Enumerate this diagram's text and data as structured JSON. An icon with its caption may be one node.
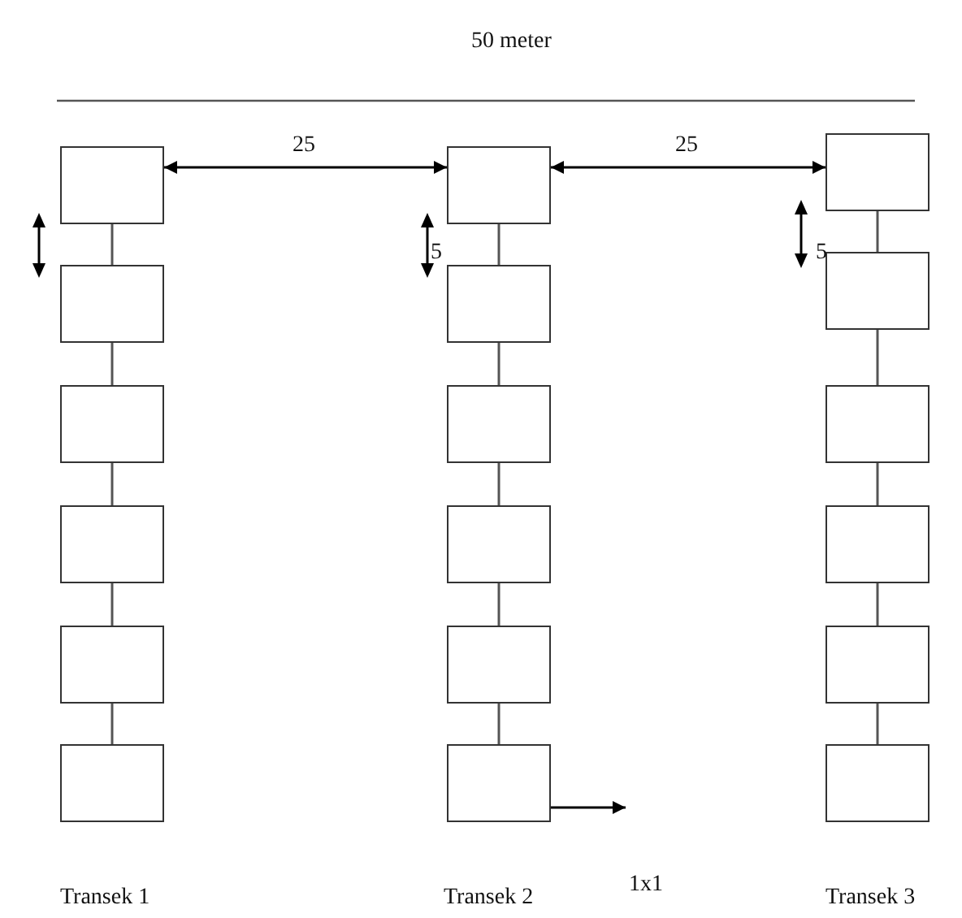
{
  "diagram": {
    "nodes": [
      {
        "text": [],
        "shape": "box"
      },
      {
        "text": [],
        "shape": "box"
      },
      {
        "text": [],
        "shape": "box"
      },
      {
        "text": [],
        "shape": "box"
      },
      {
        "text": [],
        "shape": "box"
      },
      {
        "text": [],
        "shape": "box"
      },
      {
        "text": [],
        "shape": "box"
      },
      {
        "text": [],
        "shape": "box"
      },
      {
        "text": [],
        "shape": "box"
      },
      {
        "text": [],
        "shape": "box"
      },
      {
        "text": [],
        "shape": "box"
      },
      {
        "text": [],
        "shape": "box"
      },
      {
        "text": [],
        "shape": "box"
      },
      {
        "text": [],
        "shape": "box"
      },
      {
        "text": [],
        "shape": "box"
      },
      {
        "text": [],
        "shape": "box"
      },
      {
        "text": [],
        "shape": "box"
      },
      {
        "text": [],
        "shape": "box"
      },
      {
        "text": [
          "1x1"
        ]
      }
    ],
    "edges": [
      {
        "from": 0,
        "to": 6,
        "arrow": "both",
        "label": "25"
      },
      {
        "from": 6,
        "to": 12,
        "arrow": "both",
        "label": "25"
      },
      {
        "from": 0,
        "to": 1,
        "arrow": "none"
      },
      {
        "from": 1,
        "to": 2,
        "arrow": "none"
      },
      {
        "from": 2,
        "to": 3,
        "arrow": "none"
      },
      {
        "from": 3,
        "to": 4,
        "arrow": "none"
      },
      {
        "from": 4,
        "to": 5,
        "arrow": "none"
      },
      {
        "from": 6,
        "to": 7,
        "arrow": "none"
      },
      {
        "from": 7,
        "to": 8,
        "arrow": "none"
      },
      {
        "from": 8,
        "to": 9,
        "arrow": "none"
      },
      {
        "from": 9,
        "to": 10,
        "arrow": "none"
      },
      {
        "from": 10,
        "to": 11,
        "arrow": "none"
      },
      {
        "from": 12,
        "to": 13,
        "arrow": "none"
      },
      {
        "from": 13,
        "to": 14,
        "arrow": "none"
      },
      {
        "from": 14,
        "to": 15,
        "arrow": "none"
      },
      {
        "from": 15,
        "to": 16,
        "arrow": "none"
      },
      {
        "from": 16,
        "to": 17,
        "arrow": "none"
      },
      {
        "from": 11,
        "to": 18,
        "arrow": "to"
      }
    ],
    "labels": [
      "50 meter",
      "5",
      "5",
      "Transek 1",
      "Transek 2",
      "Transek 3"
    ]
  }
}
